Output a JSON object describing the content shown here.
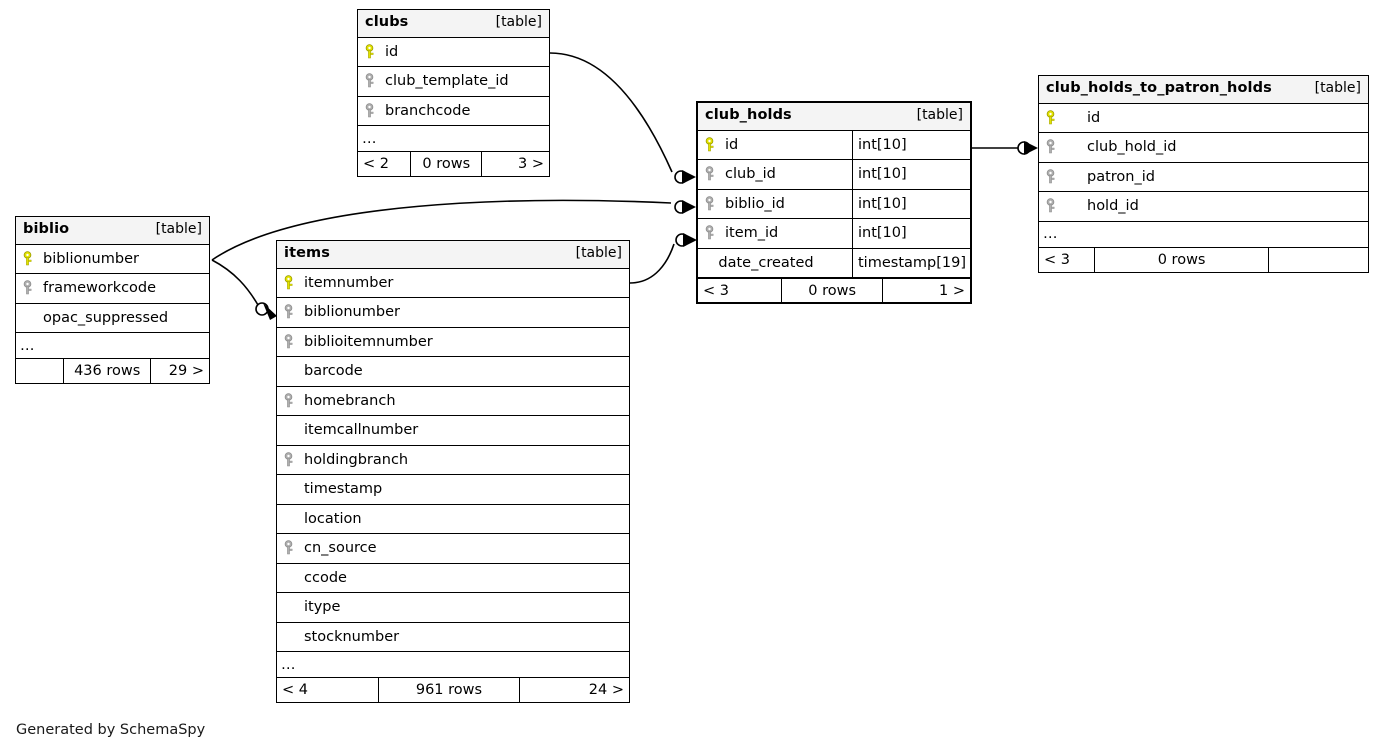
{
  "page": {
    "generator_note": "Generated by SchemaSpy",
    "table_tag": "[table]",
    "ellipsis": "…",
    "colors": {
      "primary_key": "#E3E300",
      "foreign_key": "#AAAAAA",
      "header_background": "#F4F4F4",
      "border": "#000000",
      "background": "#FFFFFF"
    }
  },
  "tables": [
    {
      "id": "clubs",
      "name": "clubs",
      "tag": "[table]",
      "focal": false,
      "columns": [
        {
          "name": "id",
          "key": "primary-key-icon",
          "type": ""
        },
        {
          "name": "club_template_id",
          "key": "foreign-key-icon",
          "type": ""
        },
        {
          "name": "branchcode",
          "key": "foreign-key-icon",
          "type": ""
        }
      ],
      "has_ellipsis": true,
      "footer": {
        "left": "< 2",
        "center": "0 rows",
        "right": "3 >"
      }
    },
    {
      "id": "club_holds",
      "name": "club_holds",
      "tag": "[table]",
      "focal": true,
      "columns": [
        {
          "name": "id",
          "key": "primary-key-icon",
          "type": "int[10]"
        },
        {
          "name": "club_id",
          "key": "foreign-key-icon",
          "type": "int[10]"
        },
        {
          "name": "biblio_id",
          "key": "foreign-key-icon",
          "type": "int[10]"
        },
        {
          "name": "item_id",
          "key": "foreign-key-icon",
          "type": "int[10]"
        },
        {
          "name": "date_created",
          "key": "none",
          "type": "timestamp[19]"
        }
      ],
      "has_ellipsis": false,
      "footer": {
        "left": "< 3",
        "center": "0 rows",
        "right": "1 >"
      }
    },
    {
      "id": "club_holds_to_patron_holds",
      "name": "club_holds_to_patron_holds",
      "tag": "[table]",
      "focal": false,
      "columns": [
        {
          "name": "id",
          "key": "primary-key-icon",
          "type": ""
        },
        {
          "name": "club_hold_id",
          "key": "foreign-key-icon",
          "type": ""
        },
        {
          "name": "patron_id",
          "key": "foreign-key-icon",
          "type": ""
        },
        {
          "name": "hold_id",
          "key": "foreign-key-icon",
          "type": ""
        }
      ],
      "has_ellipsis": true,
      "footer": {
        "left": "< 3",
        "center": "0 rows",
        "right": ""
      }
    },
    {
      "id": "biblio",
      "name": "biblio",
      "tag": "[table]",
      "focal": false,
      "columns": [
        {
          "name": "biblionumber",
          "key": "primary-key-icon",
          "type": ""
        },
        {
          "name": "frameworkcode",
          "key": "foreign-key-icon",
          "type": ""
        },
        {
          "name": "opac_suppressed",
          "key": "none",
          "type": ""
        }
      ],
      "has_ellipsis": true,
      "footer": {
        "left": "",
        "center": "436 rows",
        "right": "29 >"
      }
    },
    {
      "id": "items",
      "name": "items",
      "tag": "[table]",
      "focal": false,
      "columns": [
        {
          "name": "itemnumber",
          "key": "primary-key-icon",
          "type": ""
        },
        {
          "name": "biblionumber",
          "key": "foreign-key-icon",
          "type": ""
        },
        {
          "name": "biblioitemnumber",
          "key": "foreign-key-icon",
          "type": ""
        },
        {
          "name": "barcode",
          "key": "none",
          "type": ""
        },
        {
          "name": "homebranch",
          "key": "foreign-key-icon",
          "type": ""
        },
        {
          "name": "itemcallnumber",
          "key": "none",
          "type": ""
        },
        {
          "name": "holdingbranch",
          "key": "foreign-key-icon",
          "type": ""
        },
        {
          "name": "timestamp",
          "key": "none",
          "type": ""
        },
        {
          "name": "location",
          "key": "none",
          "type": ""
        },
        {
          "name": "cn_source",
          "key": "foreign-key-icon",
          "type": ""
        },
        {
          "name": "ccode",
          "key": "none",
          "type": ""
        },
        {
          "name": "itype",
          "key": "none",
          "type": ""
        },
        {
          "name": "stocknumber",
          "key": "none",
          "type": ""
        }
      ],
      "has_ellipsis": true,
      "footer": {
        "left": "< 4",
        "center": "961 rows",
        "right": "24 >"
      }
    }
  ],
  "relationships": [
    {
      "from": "clubs.id",
      "to": "club_holds.club_id"
    },
    {
      "from": "biblio.biblionumber",
      "to": "club_holds.biblio_id"
    },
    {
      "from": "biblio.biblionumber",
      "to": "items.biblionumber"
    },
    {
      "from": "items.itemnumber",
      "to": "club_holds.item_id"
    },
    {
      "from": "club_holds.id",
      "to": "club_holds_to_patron_holds.club_hold_id"
    }
  ]
}
